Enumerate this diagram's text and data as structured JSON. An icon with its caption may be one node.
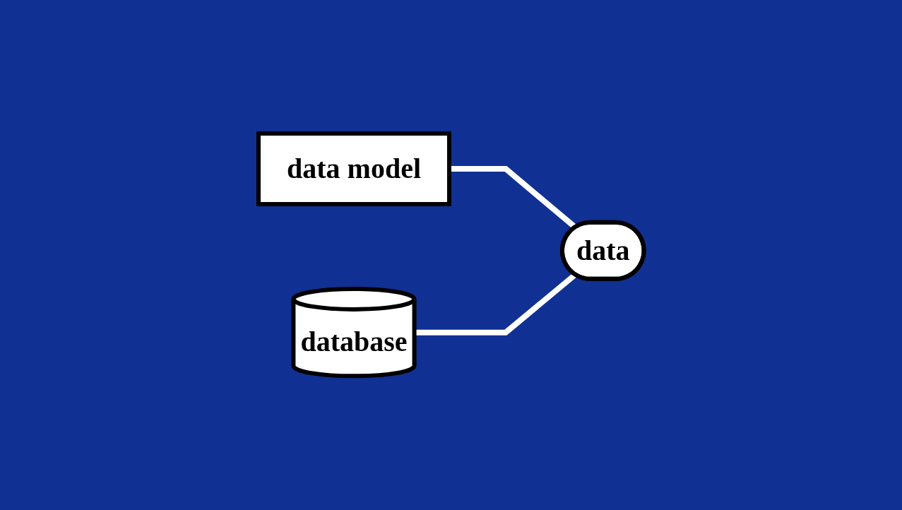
{
  "diagram": {
    "nodes": [
      {
        "text": [
          "data model"
        ]
      },
      {
        "text": [
          "database"
        ]
      },
      {
        "text": [
          "data"
        ]
      }
    ],
    "edges": [
      {
        "from": 0,
        "to": 2,
        "arrow": "none"
      },
      {
        "from": 1,
        "to": 2,
        "arrow": "none"
      }
    ]
  }
}
